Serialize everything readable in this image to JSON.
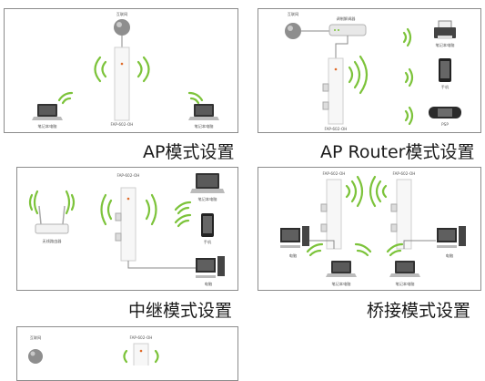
{
  "panels": {
    "ap": {
      "title": "AP模式设置",
      "internet": "互联网",
      "device": "FAP-602-OH",
      "laptop_left": "笔记本电脑",
      "laptop_right": "笔记本电脑"
    },
    "router": {
      "title": "AP Router模式设置",
      "internet": "互联网",
      "modem": "调制解调器",
      "device": "FAP-602-OH",
      "printer": "笔记本电脑",
      "phone": "手机",
      "psp": "PSP"
    },
    "repeater": {
      "title": "中继模式设置",
      "device": "FAP-602-OH",
      "router": "无线路由器",
      "laptop": "笔记本电脑",
      "phone": "手机",
      "pc": "电脑"
    },
    "bridge": {
      "title": "桥接模式设置",
      "device_left": "FAP-602-OH",
      "device_right": "FAP-602-OH",
      "pc_left": "电脑",
      "pc_right": "电脑",
      "laptop_left": "笔记本电脑",
      "laptop_right": "笔记本电脑"
    },
    "fifth": {
      "internet": "互联网",
      "device": "FAP-602-OH"
    }
  }
}
